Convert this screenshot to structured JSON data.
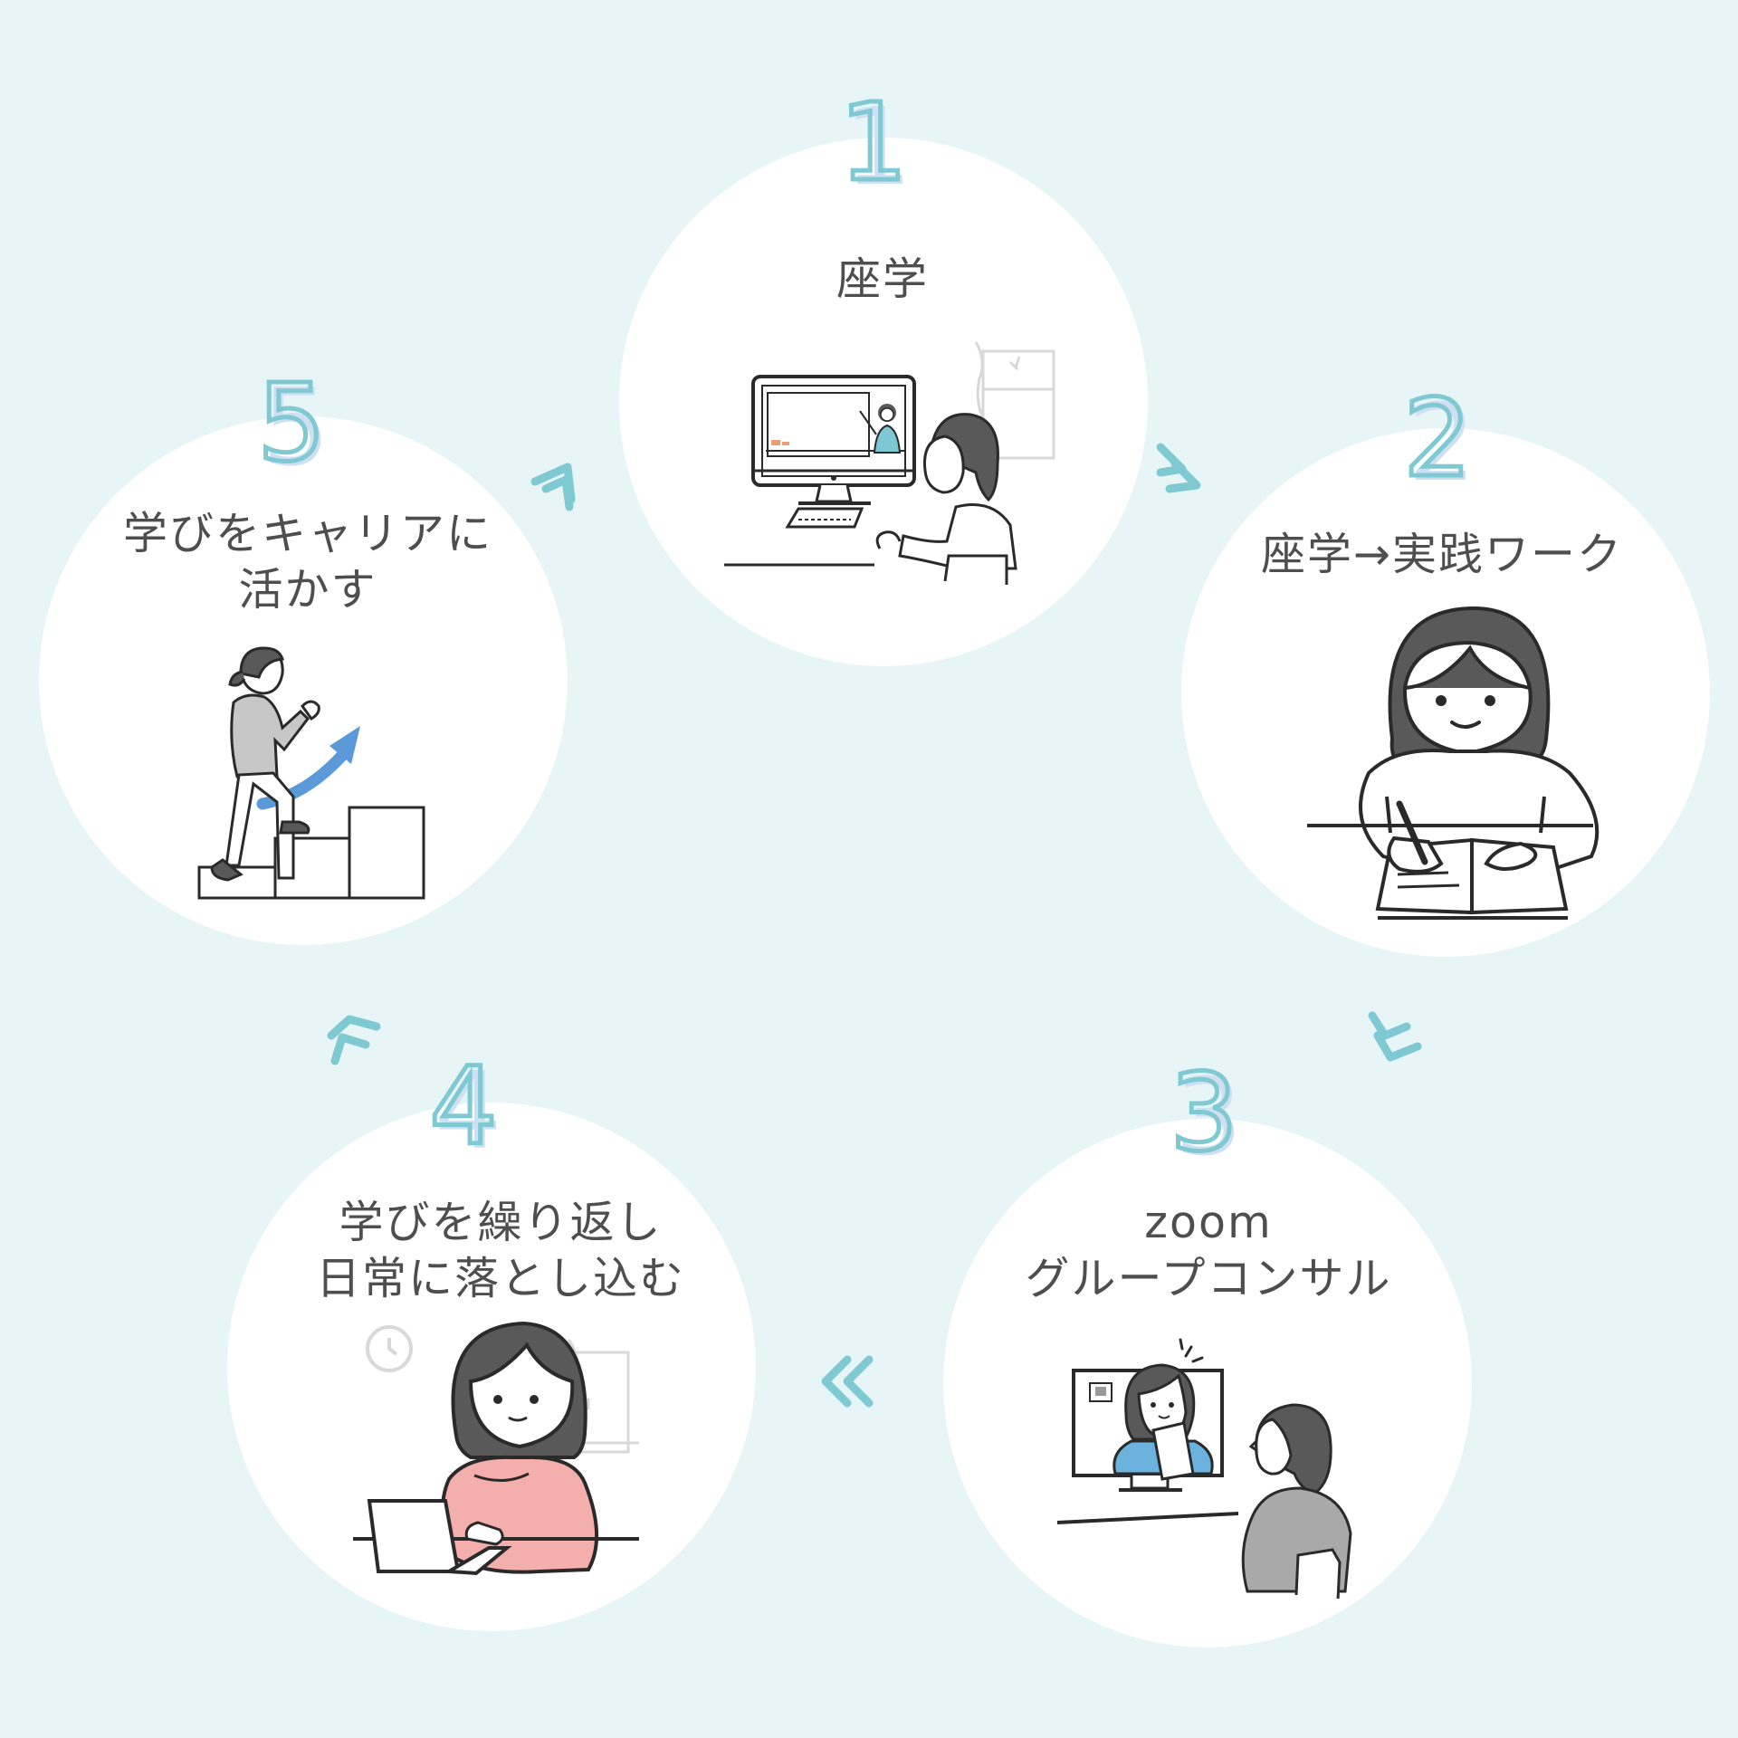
{
  "accent_color": "#7fc9d3",
  "number_shadow_color": "#cfe0f3",
  "background_color": "#e7f5f7",
  "steps": [
    {
      "number": "1",
      "lines": [
        "座学"
      ]
    },
    {
      "number": "2",
      "lines": [
        "座学→実践ワーク"
      ]
    },
    {
      "number": "3",
      "lines": [
        "zoom",
        "グループコンサル"
      ]
    },
    {
      "number": "4",
      "lines": [
        "学びを繰り返し",
        "日常に落とし込む"
      ]
    },
    {
      "number": "5",
      "lines": [
        "学びをキャリアに",
        "活かす"
      ]
    }
  ],
  "illustrations": [
    "online-lecture-illustration",
    "studying-with-notebook-illustration",
    "video-consultation-illustration",
    "laptop-work-illustration",
    "career-stairs-illustration"
  ]
}
